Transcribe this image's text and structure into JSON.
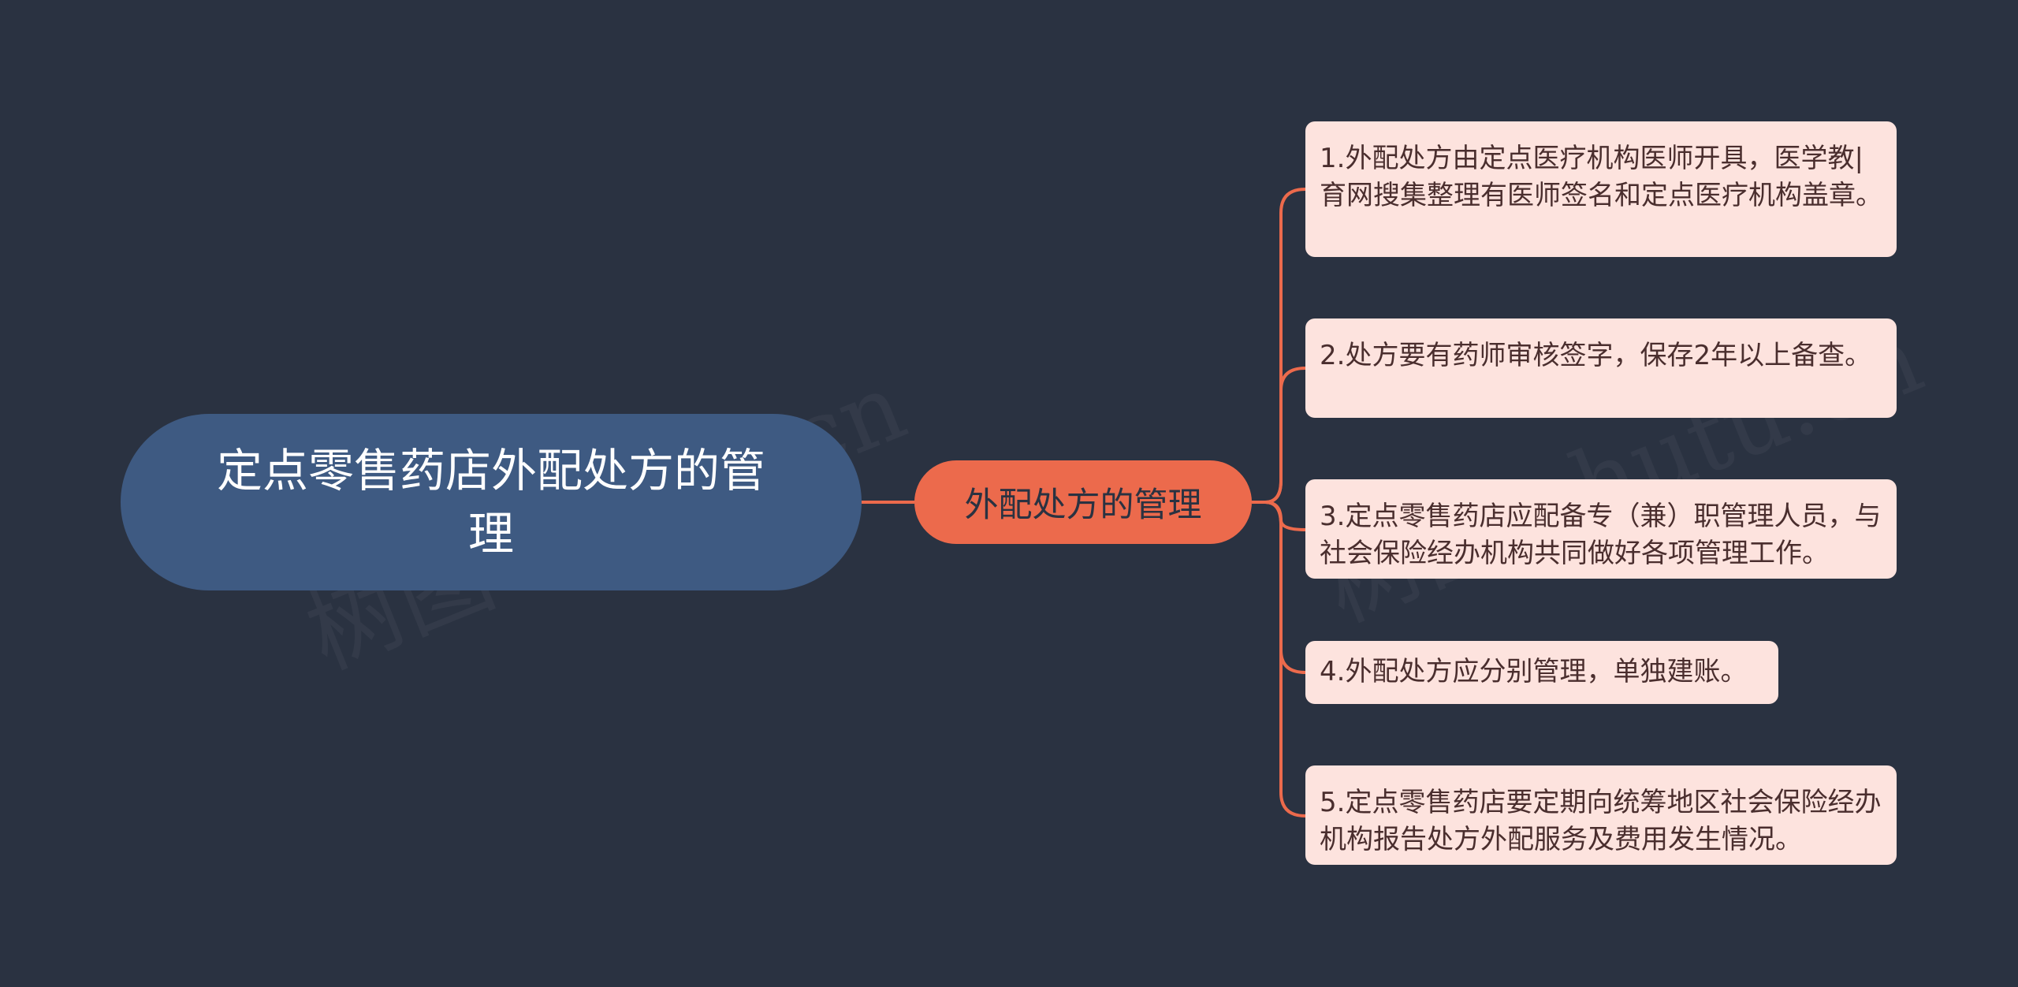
{
  "colors": {
    "background": "#2a3241",
    "root_fill": "#3e5a82",
    "branch_fill": "#ec6a4c",
    "leaf_fill": "#fde3de",
    "connector": "#ec6a4c"
  },
  "mindmap": {
    "root": {
      "label": "定点零售药店外配处方的管理"
    },
    "branch": {
      "label": "外配处方的管理"
    },
    "leaves": [
      {
        "label": "1.外配处方由定点医疗机构医师开具，医学教|育网搜集整理有医师签名和定点医疗机构盖章。"
      },
      {
        "label": "2.处方要有药师审核签字，保存2年以上备查。"
      },
      {
        "label": "3.定点零售药店应配备专（兼）职管理人员，与社会保险经办机构共同做好各项管理工作。"
      },
      {
        "label": "4.外配处方应分别管理，单独建账。"
      },
      {
        "label": "5.定点零售药店要定期向统筹地区社会保险经办机构报告处方外配服务及费用发生情况。"
      }
    ]
  }
}
